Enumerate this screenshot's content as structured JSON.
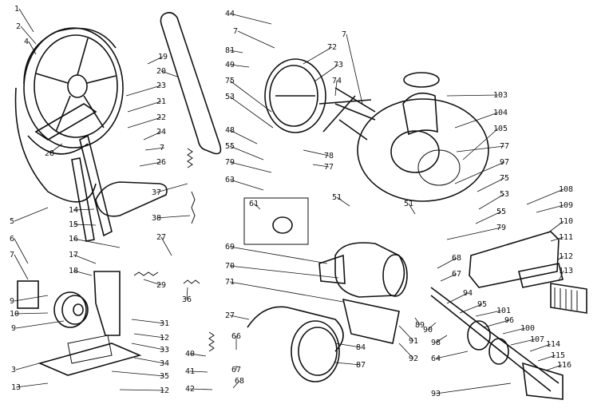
{
  "diagram": {
    "labels": [
      "1",
      "2",
      "4",
      "19",
      "20",
      "23",
      "21",
      "22",
      "24",
      "7",
      "26",
      "28",
      "37",
      "38",
      "5",
      "14",
      "15",
      "16",
      "27",
      "17",
      "18",
      "29",
      "36",
      "6",
      "7",
      "9",
      "10",
      "9",
      "31",
      "12",
      "33",
      "34",
      "3",
      "35",
      "13",
      "12",
      "44",
      "7",
      "81",
      "49",
      "72",
      "73",
      "74",
      "75",
      "53",
      "48",
      "55",
      "79",
      "78",
      "77",
      "63",
      "61",
      "51",
      "69",
      "70",
      "71",
      "7",
      "103",
      "104",
      "105",
      "77",
      "97",
      "75",
      "53",
      "51",
      "55",
      "79",
      "68",
      "67",
      "94",
      "95",
      "101",
      "96",
      "100",
      "107",
      "114",
      "115",
      "116",
      "93",
      "64",
      "98",
      "90",
      "89",
      "91",
      "92",
      "84",
      "87",
      "27",
      "66",
      "40",
      "67",
      "68",
      "41",
      "42",
      "108",
      "109",
      "110",
      "111",
      "112",
      "113"
    ]
  }
}
